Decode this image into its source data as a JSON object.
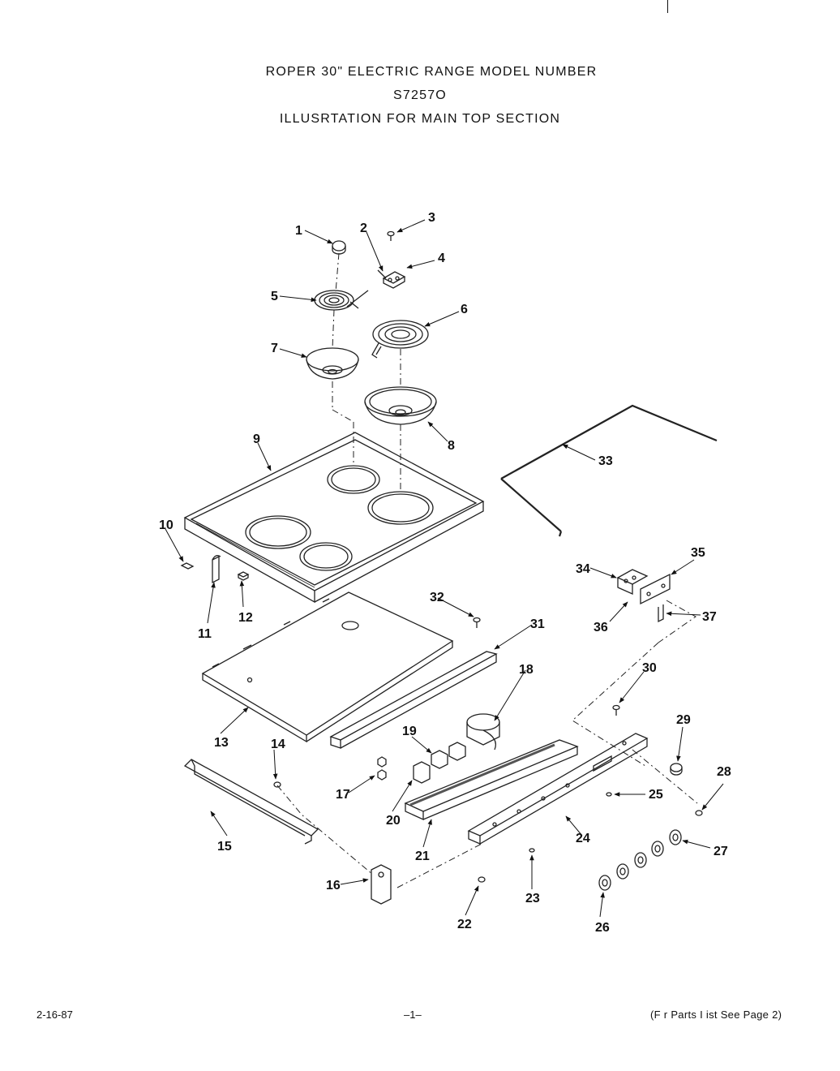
{
  "header": {
    "line1": "ROPER 30\" ELECTRIC RANGE   MODEL NUMBER",
    "line2": "S7257O",
    "line3": "ILLUSRTATION FOR MAIN TOP SECTION"
  },
  "callouts": {
    "c1": "1",
    "c2": "2",
    "c3": "3",
    "c4": "4",
    "c5": "5",
    "c6": "6",
    "c7": "7",
    "c8": "8",
    "c9": "9",
    "c10": "10",
    "c11": "11",
    "c12": "12",
    "c13": "13",
    "c14": "14",
    "c15": "15",
    "c16": "16",
    "c17": "17",
    "c18": "18",
    "c19": "19",
    "c20": "20",
    "c21": "21",
    "c22": "22",
    "c23": "23",
    "c24": "24",
    "c25": "25",
    "c26": "26",
    "c27": "27",
    "c28": "28",
    "c29": "29",
    "c30": "30",
    "c31": "31",
    "c32": "32",
    "c33": "33",
    "c34": "34",
    "c35": "35",
    "c36": "36",
    "c37": "37"
  },
  "footer": {
    "date": "2-16-87",
    "page": "–1–",
    "note": "(F   r Parts I ist See  Page 2)"
  }
}
